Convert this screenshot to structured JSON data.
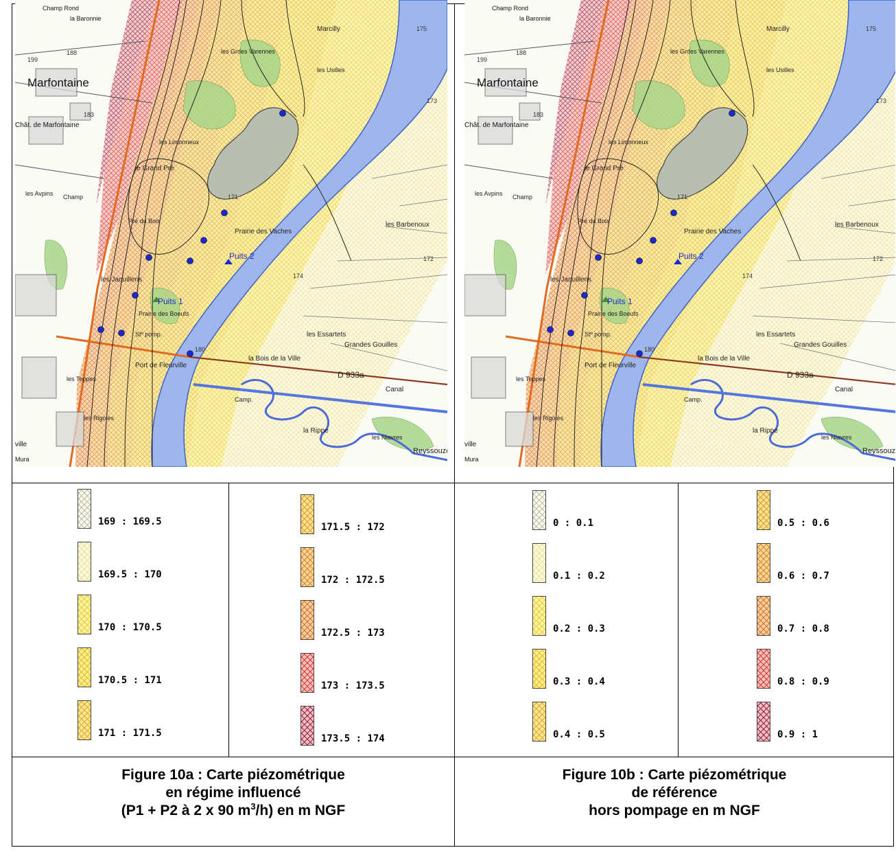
{
  "panels": [
    {
      "id": "a",
      "map_labels": {
        "town": "Marfontaine",
        "chateau": "Chât. de Marfontaine",
        "champ_rond": "Champ Rond",
        "baronnie": "la Baronnie",
        "marcilly": "Marcilly",
        "grandes_varennes": "les Grdes Varennes",
        "usilles": "les Usilles",
        "limonneux": "les Limonneux",
        "grand_pre": "le Grand Pré",
        "pre_du_bois": "Pré du Bois",
        "prairie_vaches": "Prairie des Vaches",
        "barbenoux": "les Barbenoux",
        "jaquillens": "les Jaquillens",
        "puits1": "Puits 1",
        "puits2": "Puits 2",
        "prairie_boeufs": "Prairie des Boeufs",
        "stn_pomp": "Stº pomp.",
        "essartets": "les Essartets",
        "grandes_gouilles": "Grandes Gouilles",
        "bois_ville": "la Bois de la Ville",
        "port_fleurville": "Port de Fleurville",
        "d933": "D 933a",
        "teppes": "les Teppes",
        "rigoles": "les Rigoles",
        "canal": "Canal",
        "la_rippe": "la Rippe",
        "reyssouze": "Reyssouze",
        "niavres": "les Niavres",
        "camp": "Camp.",
        "avpins": "les Avpins",
        "champ": "Champ",
        "elev_173": "173",
        "elev_172": "172",
        "elev_171": "171",
        "elev_174": "174",
        "elev_180": "180",
        "elev_183": "183",
        "elev_188": "188",
        "elev_199": "199",
        "elev_175": "175",
        "ville": "ville",
        "mura": "Mura"
      },
      "legend": [
        {
          "label": "169 : 169.5",
          "color": "#fffff4",
          "hatch": "#b8b8a0"
        },
        {
          "label": "169.5 : 170",
          "color": "#fffbd8",
          "hatch": "#e6dfa0"
        },
        {
          "label": "170 : 170.5",
          "color": "#fff59a",
          "hatch": "#e8c94a"
        },
        {
          "label": "170.5 : 171",
          "color": "#fff08a",
          "hatch": "#e0b83a"
        },
        {
          "label": "171 : 171.5",
          "color": "#ffe98c",
          "hatch": "#d8a838"
        },
        {
          "label": "171.5 : 172",
          "color": "#ffe28a",
          "hatch": "#d59a3a"
        },
        {
          "label": "172 : 172.5",
          "color": "#ffd690",
          "hatch": "#d2823a"
        },
        {
          "label": "172.5 : 173",
          "color": "#ffcf98",
          "hatch": "#d06f3a"
        },
        {
          "label": "173 : 173.5",
          "color": "#ffc0b8",
          "hatch": "#d03838"
        },
        {
          "label": "173.5 : 174",
          "color": "#f4c0c4",
          "hatch": "#9a2040"
        }
      ],
      "caption": [
        "Figure 10a : Carte piézométrique",
        "en régime influencé",
        "(P1 + P2 à 2 x 90 m",
        "3",
        "/h) en m NGF"
      ]
    },
    {
      "id": "b",
      "legend": [
        {
          "label": "0 : 0.1",
          "color": "#fffff4",
          "hatch": "#b8b8a0"
        },
        {
          "label": "0.1 : 0.2",
          "color": "#fffbd8",
          "hatch": "#e6dfa0"
        },
        {
          "label": "0.2 : 0.3",
          "color": "#fff59a",
          "hatch": "#e8c94a"
        },
        {
          "label": "0.3 : 0.4",
          "color": "#fff08a",
          "hatch": "#e0b83a"
        },
        {
          "label": "0.4 : 0.5",
          "color": "#ffe98c",
          "hatch": "#d8a838"
        },
        {
          "label": "0.5 : 0.6",
          "color": "#ffe28a",
          "hatch": "#d59a3a"
        },
        {
          "label": "0.6 : 0.7",
          "color": "#ffd690",
          "hatch": "#d2823a"
        },
        {
          "label": "0.7 : 0.8",
          "color": "#ffcf98",
          "hatch": "#d06f3a"
        },
        {
          "label": "0.8 : 0.9",
          "color": "#ffc0b8",
          "hatch": "#d03838"
        },
        {
          "label": "0.9 : 1",
          "color": "#f4c0c4",
          "hatch": "#9a2040"
        }
      ],
      "caption": [
        "Figure 10b : Carte piézométrique",
        "de référence",
        "hors pompage en m NGF"
      ]
    }
  ],
  "colors": {
    "river": "#9fb6ec",
    "river_edge": "#3b63c9",
    "lake": "#b8bfb0",
    "forest": "#a9d68a",
    "well": "#1a2ad0",
    "road": "#e06a20"
  }
}
